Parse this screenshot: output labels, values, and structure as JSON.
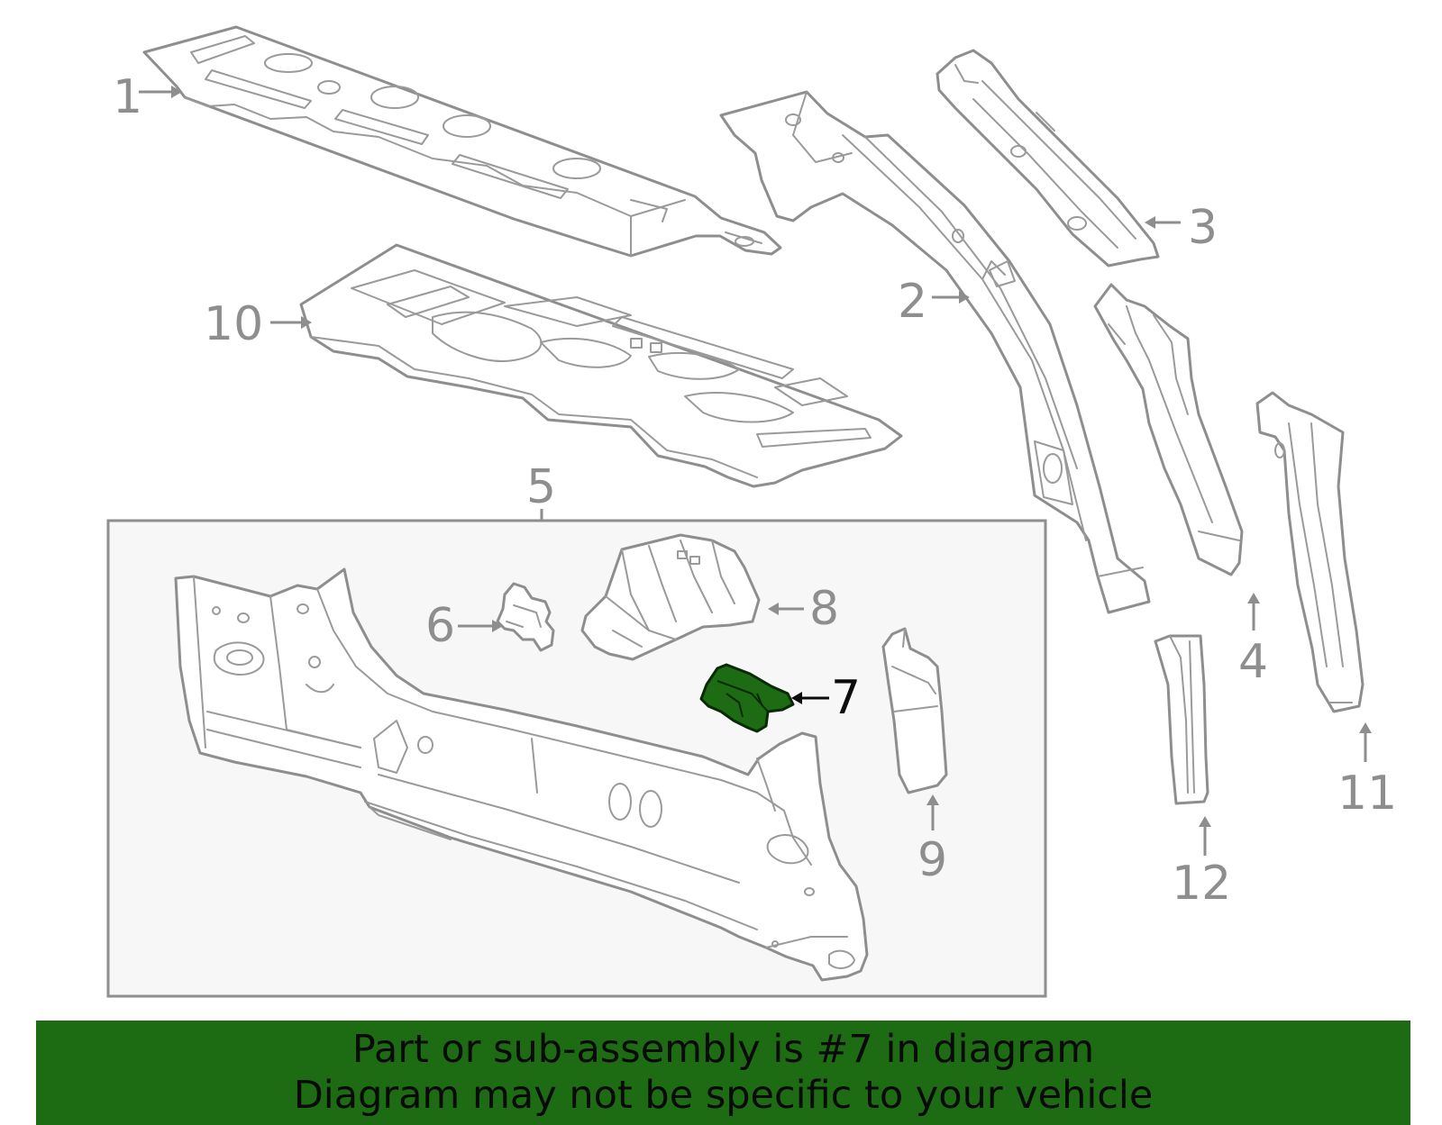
{
  "callouts": {
    "c1": "1",
    "c2": "2",
    "c3": "3",
    "c4": "4",
    "c5": "5",
    "c6": "6",
    "c7": "7",
    "c8": "8",
    "c9": "9",
    "c10": "10",
    "c11": "11",
    "c12": "12"
  },
  "highlighted_part": "7",
  "colors": {
    "highlight": "#1d6b12",
    "banner": "#1d6b12",
    "line": "#8e8e8e"
  },
  "banner": {
    "line1": "Part or sub-assembly is #7 in diagram",
    "line2": "Diagram may not be specific to your vehicle"
  }
}
